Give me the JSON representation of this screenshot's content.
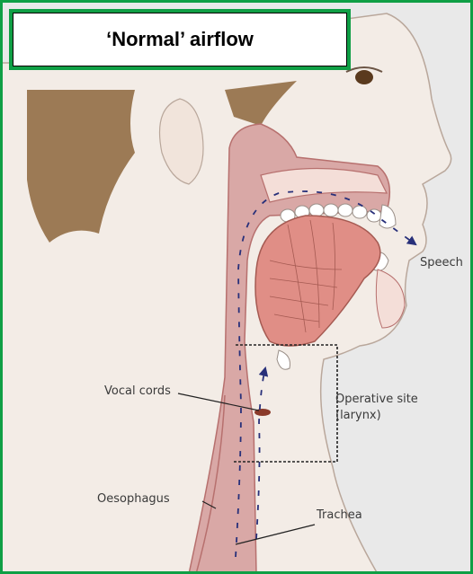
{
  "title": "‘Normal’ airflow",
  "labels": {
    "speech": "Speech",
    "vocal_cords": "Vocal cords",
    "operative_site_line1": "Operative site",
    "operative_site_line2": "(larynx)",
    "oesophagus": "Oesophagus",
    "trachea": "Trachea"
  },
  "colors": {
    "frame_border": "#0f9f45",
    "background": "#e9e9e9",
    "skin": "#f3ece6",
    "hair": "#9c7a55",
    "tract": "#d9a8a6",
    "tongue": "#e08e86",
    "arrow": "#28307a"
  }
}
